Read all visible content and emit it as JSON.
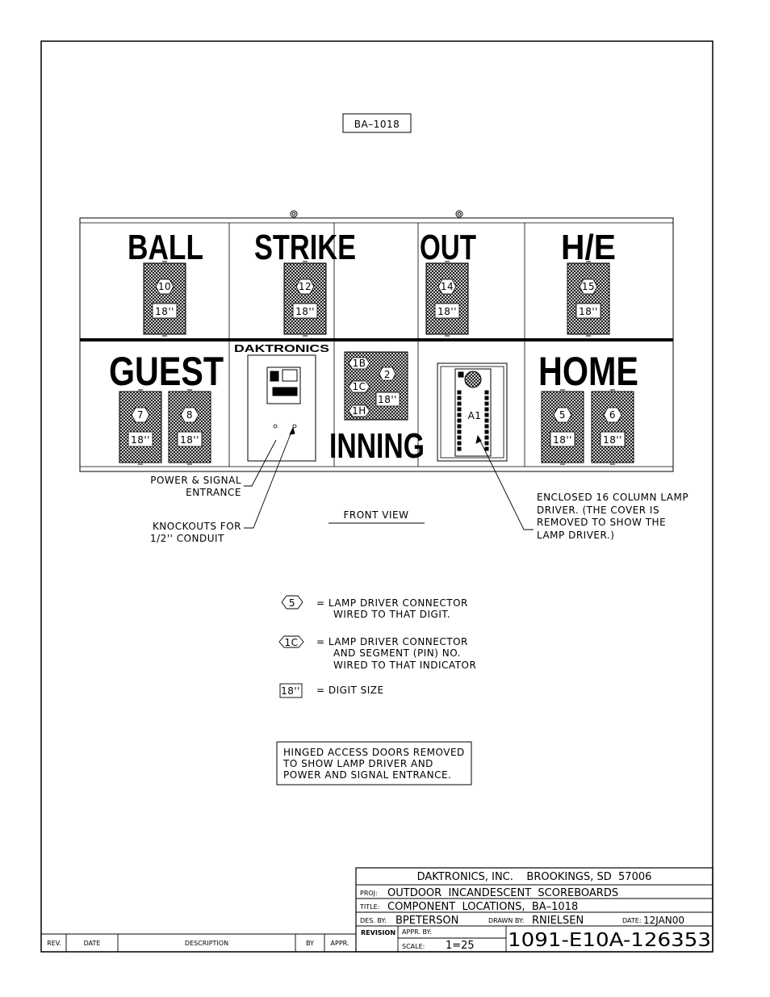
{
  "model_tag": "BA–1018",
  "panels": {
    "ball": "BALL",
    "strike": "STRIKE",
    "out": "OUT",
    "he": "H/E",
    "guest": "GUEST",
    "home": "HOME",
    "inning": "INNING",
    "brand": "DAKTRONICS"
  },
  "digits": [
    {
      "connector": "10",
      "size": "18''"
    },
    {
      "connector": "12",
      "size": "18''"
    },
    {
      "connector": "14",
      "size": "18''"
    },
    {
      "connector": "15",
      "size": "18''"
    },
    {
      "connector": "7",
      "size": "18''"
    },
    {
      "connector": "8",
      "size": "18''"
    },
    {
      "connector": "2",
      "size": "18''"
    },
    {
      "connector": "5",
      "size": "18''"
    },
    {
      "connector": "6",
      "size": "18''"
    }
  ],
  "inning_pins": [
    "1B",
    "1C",
    "1H"
  ],
  "driver_label": "A1",
  "callouts": {
    "power_1": "POWER & SIGNAL",
    "power_2": "ENTRANCE",
    "knock_1": "KNOCKOUTS FOR",
    "knock_2": "1/2'' CONDUIT",
    "front_view": "FRONT VIEW",
    "encl_1": "ENCLOSED 16 COLUMN LAMP",
    "encl_2": "DRIVER. (THE COVER IS",
    "encl_3": "REMOVED TO SHOW THE",
    "encl_4": "LAMP DRIVER.)"
  },
  "legend": {
    "sym1": "5",
    "line1a": "=  LAMP DRIVER CONNECTOR",
    "line1b": "WIRED TO THAT DIGIT.",
    "sym2": "1C",
    "line2a": "=  LAMP DRIVER CONNECTOR",
    "line2b": "AND SEGMENT (PIN) NO.",
    "line2c": "WIRED TO THAT INDICATOR",
    "sym3": "18''",
    "line3": "=  DIGIT SIZE"
  },
  "note": [
    "HINGED ACCESS DOORS REMOVED",
    "TO SHOW LAMP DRIVER AND",
    "POWER AND SIGNAL ENTRANCE."
  ],
  "title_block": {
    "company": "DAKTRONICS, INC.    BROOKINGS, SD  57006",
    "proj_label": "PROJ:",
    "proj": "OUTDOOR  INCANDESCENT  SCOREBOARDS",
    "title_label": "TITLE:",
    "title": "COMPONENT  LOCATIONS,  BA–1018",
    "des_label": "DES. BY:",
    "des": "BPETERSON",
    "drawn_label": "DRAWN BY:",
    "drawn": "RNIELSEN",
    "date_label": "DATE:",
    "date": "12JAN00",
    "revision_label": "REVISION",
    "appr_label": "APPR. BY:",
    "scale_label": "SCALE:",
    "scale": "1=25",
    "drawing_no": "1091-E10A-126353"
  },
  "revision_block": {
    "rev": "REV.",
    "date": "DATE",
    "description": "DESCRIPTION",
    "by": "BY",
    "appr": "APPR."
  }
}
